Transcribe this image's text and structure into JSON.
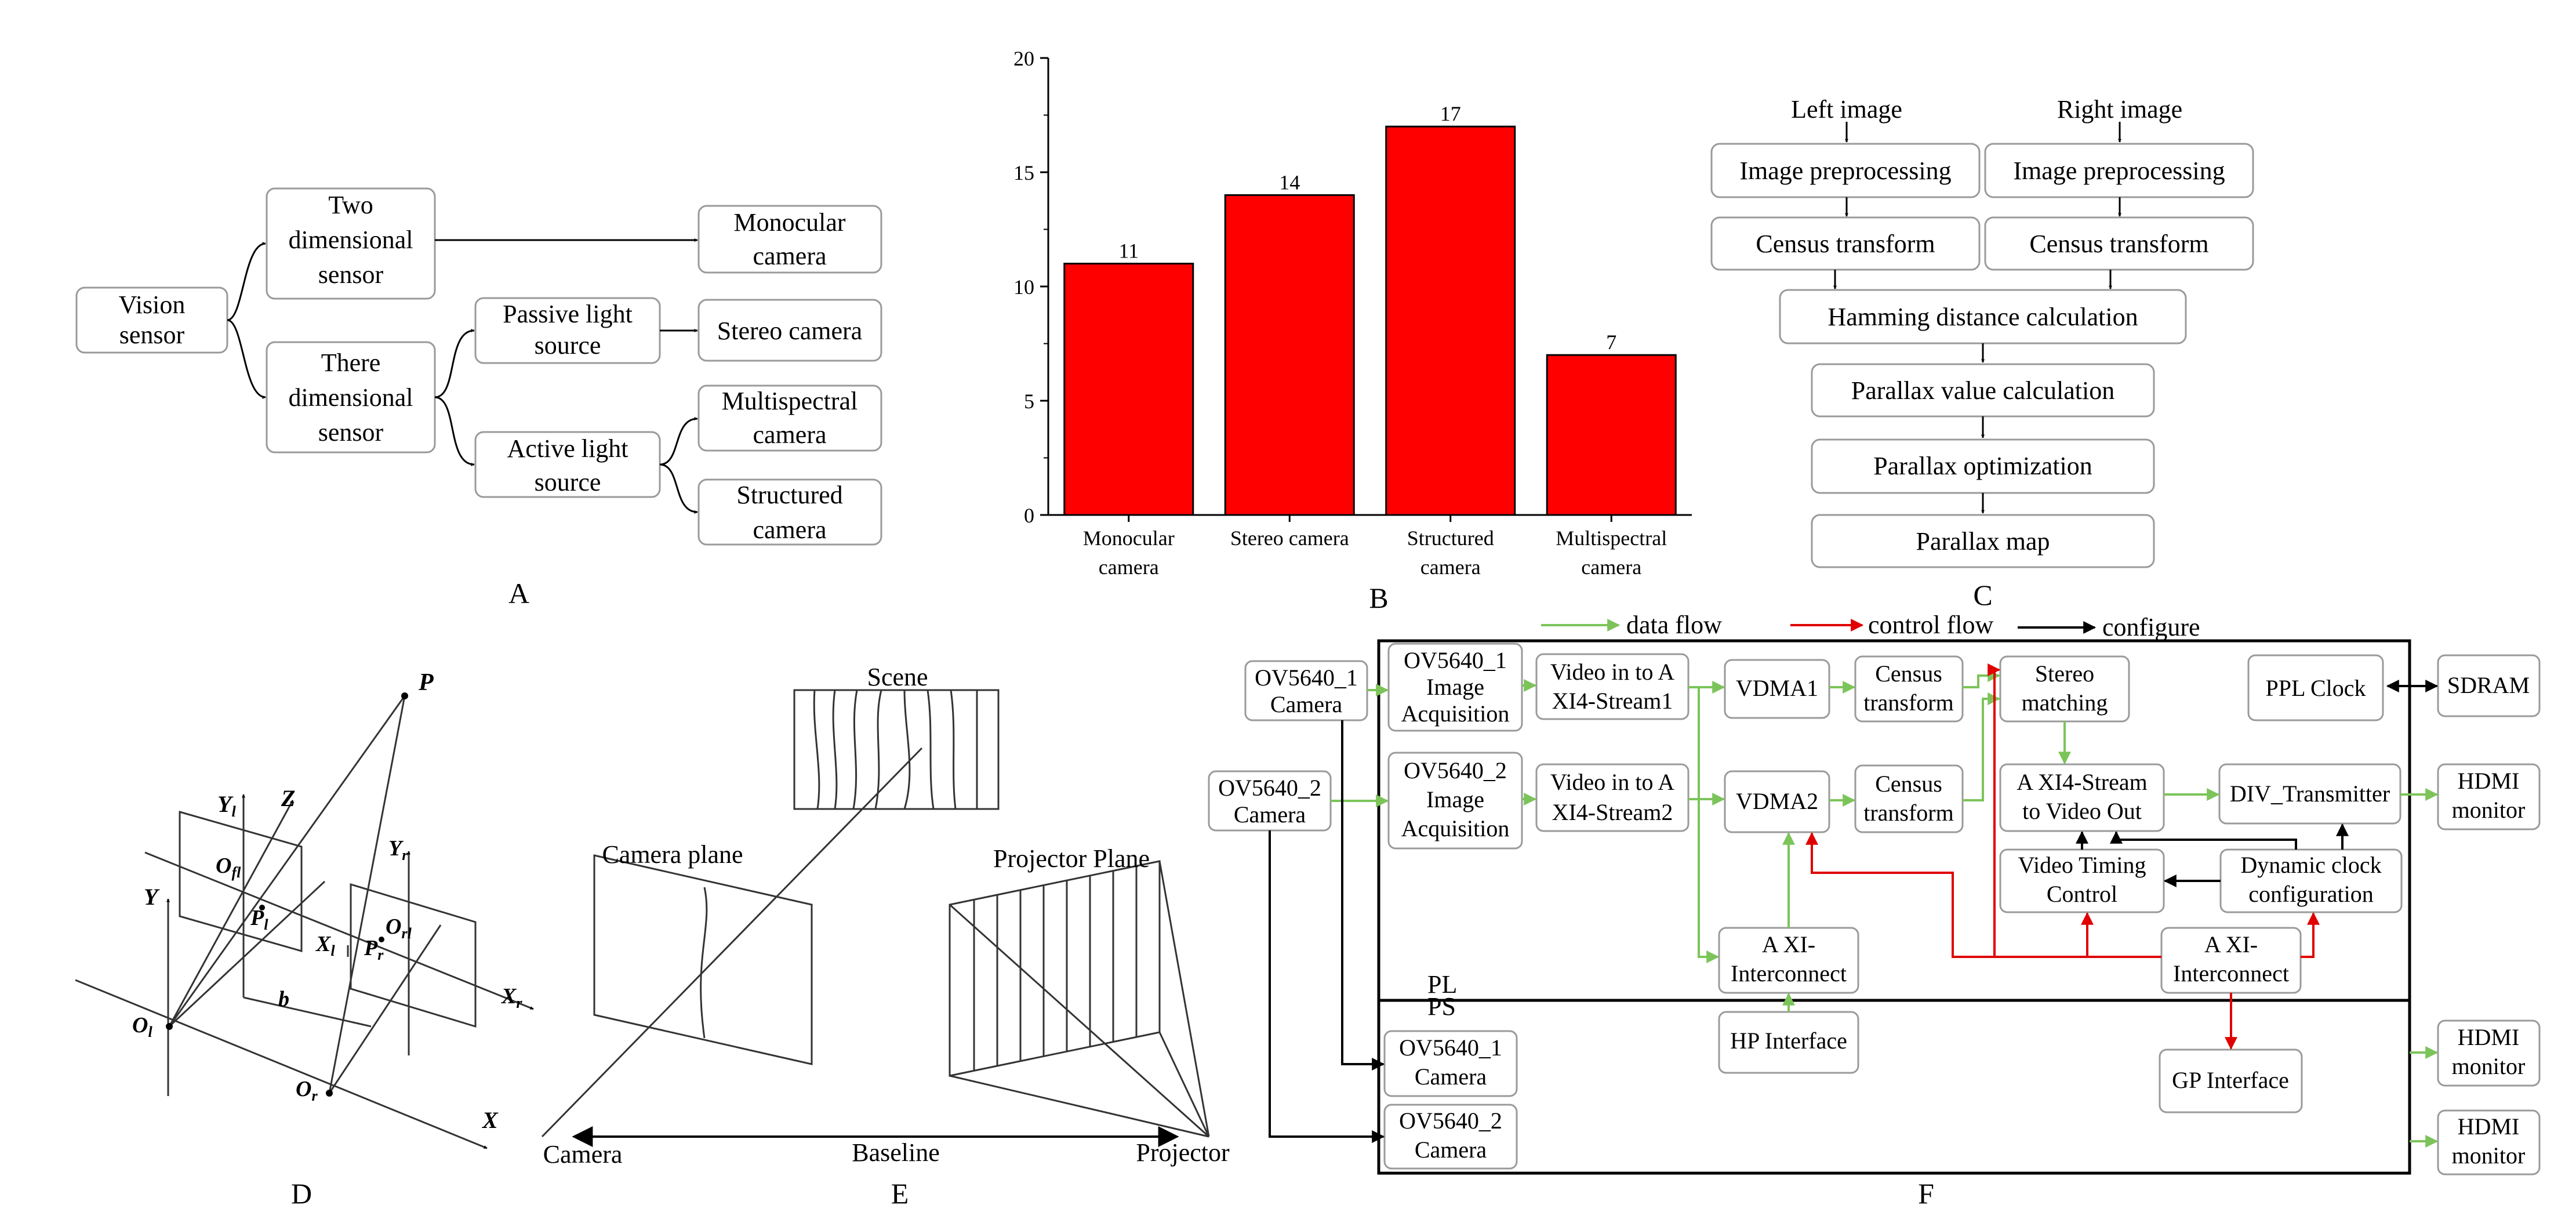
{
  "panel_labels": {
    "a": "A",
    "b": "B",
    "c": "C",
    "d": "D",
    "e": "E",
    "f": "F"
  },
  "panel_a": {
    "vision_sensor": [
      "Vision",
      "sensor"
    ],
    "two_dim": [
      "Two",
      "dimensional",
      "sensor"
    ],
    "three_dim": [
      "There",
      "dimensional",
      "sensor"
    ],
    "passive": [
      "Passive light",
      "source"
    ],
    "active": [
      "Active light",
      "source"
    ],
    "monocular": [
      "Monocular",
      "camera"
    ],
    "stereo": "Stereo camera",
    "multispectral": [
      "Multispectral",
      "camera"
    ],
    "structured": [
      "Structured",
      "camera"
    ]
  },
  "chart_data": {
    "type": "bar",
    "categories": [
      "Monocular camera",
      "Stereo camera",
      "Structured camera",
      "Multispectral camera"
    ],
    "category_lines": [
      [
        "Monocular",
        "camera"
      ],
      [
        "Stereo camera"
      ],
      [
        "Structured",
        "camera"
      ],
      [
        "Multispectral",
        "camera"
      ]
    ],
    "values": [
      11,
      14,
      17,
      7
    ],
    "data_labels": [
      "11",
      "14",
      "17",
      "7"
    ],
    "ylim": [
      0,
      20
    ],
    "yticks": [
      0,
      5,
      10,
      15,
      20
    ],
    "ytick_labels": [
      "0",
      "5",
      "10",
      "15",
      "20"
    ],
    "bar_color": "#ff0000",
    "title": "",
    "xlabel": "",
    "ylabel": ""
  },
  "panel_c": {
    "left_image": "Left image",
    "right_image": "Right image",
    "preprocess_left": "Image preprocessing",
    "preprocess_right": "Image preprocessing",
    "census_left": "Census transform",
    "census_right": "Census transform",
    "hamming": "Hamming distance calculation",
    "parallax_value": "Parallax value calculation",
    "parallax_opt": "Parallax optimization",
    "parallax_map": "Parallax map"
  },
  "panel_d": {
    "P": "P",
    "Y": "Y",
    "Yl": "Y",
    "Yl_sub": "l",
    "Z": "Z",
    "Ofl": "O",
    "Ofl_sub": "fl",
    "Pl": "P",
    "Pl_sub": "l",
    "Xl": "X",
    "Xl_sub": "l",
    "Yr": "Y",
    "Yr_sub": "r",
    "Orl": "O",
    "Orl_sub": "rl",
    "Pr": "P",
    "Pr_sub": "r",
    "Xr": "X",
    "Xr_sub": "r",
    "Ol": "O",
    "Ol_sub": "l",
    "b": "b",
    "Or": "O",
    "Or_sub": "r",
    "X": "X"
  },
  "panel_e": {
    "scene": "Scene",
    "camera_plane": "Camera plane",
    "projector_plane": "Projector Plane",
    "camera": "Camera",
    "baseline": "Baseline",
    "projector": "Projector"
  },
  "panel_f": {
    "legend": {
      "data_flow": "data flow",
      "control_flow": "control flow",
      "configure": "configure"
    },
    "colors": {
      "data_flow": "#7cc45a",
      "control_flow": "#e00000",
      "configure": "#000000"
    },
    "cam1": [
      "OV5640_1",
      "Camera"
    ],
    "cam2": [
      "OV5640_2",
      "Camera"
    ],
    "acq1": [
      "OV5640_1",
      "Image",
      "Acquisition"
    ],
    "acq2": [
      "OV5640_2",
      "Image",
      "Acquisition"
    ],
    "vin1": [
      "Video in to A",
      "XI4-Stream1"
    ],
    "vin2": [
      "Video in to A",
      "XI4-Stream2"
    ],
    "vdma1": "VDMA1",
    "vdma2": "VDMA2",
    "census1": [
      "Census",
      "transform"
    ],
    "census2": [
      "Census",
      "transform"
    ],
    "stereo": [
      "Stereo",
      "matching"
    ],
    "ppl": "PPL Clock",
    "sdram": "SDRAM",
    "axis_out": [
      "A XI4-Stream",
      "to Video Out"
    ],
    "div_tx": "DIV_Transmitter",
    "hdmi1": [
      "HDMI",
      "monitor"
    ],
    "vtc": [
      "Video Timing",
      "Control"
    ],
    "dyn_clk": [
      "Dynamic clock",
      "configuration"
    ],
    "axi_ic1": [
      "A XI-",
      "Interconnect"
    ],
    "axi_ic2": [
      "A XI-",
      "Interconnect"
    ],
    "pl": "PL",
    "ps": "PS",
    "ps_cam1": [
      "OV5640_1",
      "Camera"
    ],
    "ps_cam2": [
      "OV5640_2",
      "Camera"
    ],
    "hp": "HP Interface",
    "gp": "GP Interface",
    "hdmi2": [
      "HDMI",
      "monitor"
    ],
    "hdmi3": [
      "HDMI",
      "monitor"
    ]
  }
}
